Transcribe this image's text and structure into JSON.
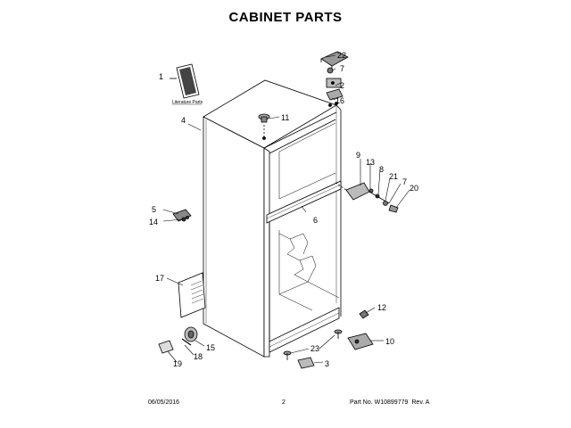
{
  "title": "CABINET PARTS",
  "literature_label": "Literature Parts",
  "callouts": {
    "c1": "1",
    "c2": "2",
    "c3": "3",
    "c4": "4",
    "c5": "5",
    "c6": "6",
    "c7a": "7",
    "c7b": "7",
    "c8": "8",
    "c9": "9",
    "c10": "10",
    "c11": "11",
    "c12": "12",
    "c13": "13",
    "c14": "14",
    "c15": "15",
    "c16": "16",
    "c17": "17",
    "c18": "18",
    "c19": "19",
    "c20": "20",
    "c21": "21",
    "c22": "22",
    "c23": "23"
  },
  "footer": {
    "date": "06/05/2016",
    "page": "2",
    "part_no": "Part No. W10899779",
    "rev": "Rev. A"
  }
}
